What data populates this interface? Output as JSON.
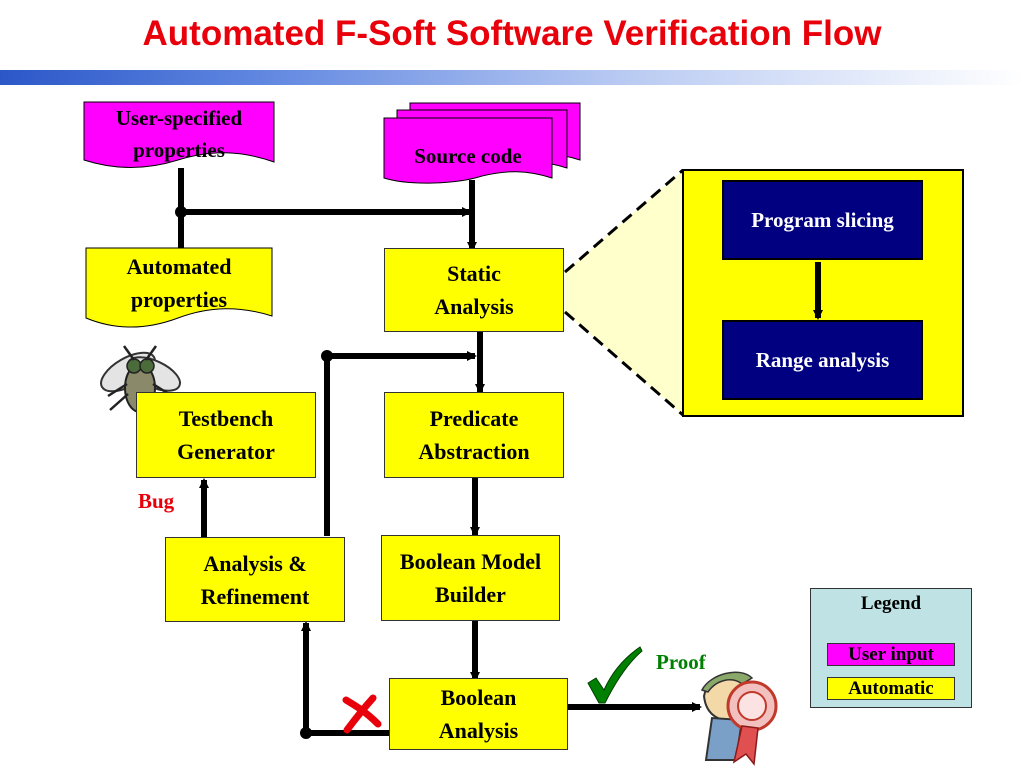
{
  "title": "Automated F-Soft Software Verification Flow",
  "nodes": {
    "user_props": "User-specified properties",
    "source_code": "Source code",
    "auto_props": "Automated properties",
    "static_analysis": "Static Analysis",
    "predicate_abstraction": "Predicate Abstraction",
    "bool_model_builder": "Boolean Model Builder",
    "boolean_analysis": "Boolean Analysis",
    "testbench": "Testbench Generator",
    "refinement": "Analysis & Refinement",
    "program_slicing": "Program slicing",
    "range_analysis": "Range analysis"
  },
  "labels": {
    "bug": "Bug",
    "proof": "Proof"
  },
  "legend": {
    "title": "Legend",
    "user_input": "User input",
    "automatic": "Automatic"
  },
  "colors": {
    "title": "#e8000b",
    "user_input": "#ff00ff",
    "automatic": "#ffff00",
    "inner": "#000080",
    "legend_bg": "#bfe3e4",
    "bug": "#e8000b",
    "proof": "#008000"
  },
  "icons": [
    "fly-icon",
    "checkmark-icon",
    "cross-icon",
    "certificate-person-icon"
  ]
}
